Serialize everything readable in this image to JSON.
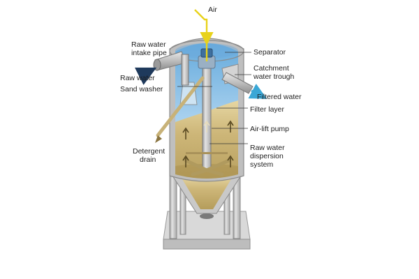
{
  "labels": {
    "air": "Air",
    "raw_water_intake_pipe_line1": "Raw water",
    "raw_water_intake_pipe_line2": "intake pipe",
    "raw_water": "Raw water",
    "sand_washer": "Sand washer",
    "detergent_drain_line1": "Detergent",
    "detergent_drain_line2": "drain",
    "separator": "Separator",
    "catchment_trough_line1": "Catchment",
    "catchment_trough_line2": "water trough",
    "filtered_water": "Filtered water",
    "filter_layer": "Filter layer",
    "air_lift_pump": "Air-lift pump",
    "dispersion_line1": "Raw water",
    "dispersion_line2": "dispersion",
    "dispersion_line3": "system"
  },
  "colors": {
    "air_line": "#e8d21a",
    "water": "#8fc3e6",
    "sand": "#c9b47a",
    "steel": "#c9c9c9",
    "arrow_dark": "#1f3a5c",
    "filtered_arrow": "#3aa7d6"
  }
}
